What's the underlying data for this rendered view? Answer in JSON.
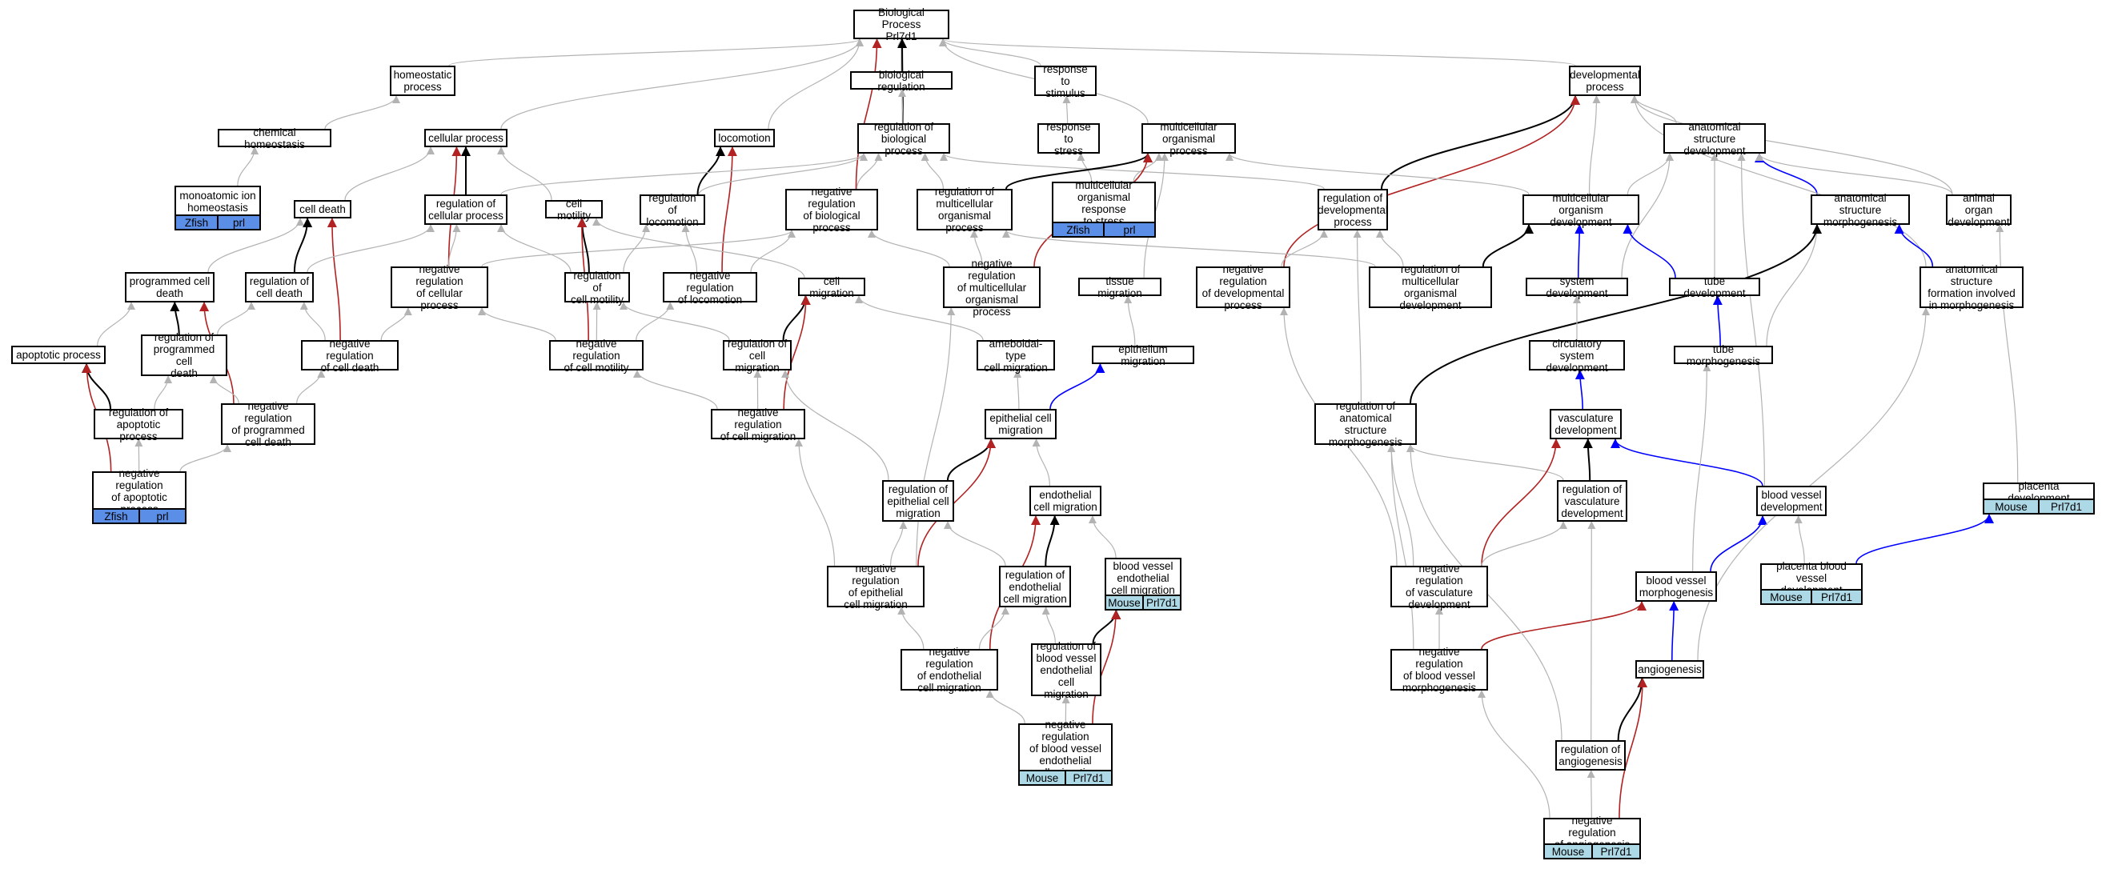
{
  "colors": {
    "is_a": "#b3b3b3",
    "part_of": "#000000",
    "negatively_regulates": "#b22222",
    "positively_regulates": "#0000ff",
    "zfish_strip": "#5b8ee6",
    "mouse_strip": "#add8e6"
  },
  "nodes": {
    "bp": "Biological Process\nPrl7d1",
    "homeostatic": "homeostatic\nprocess",
    "biolreg": "biological regulation",
    "respstim": "response to\nstimulus",
    "devproc": "developmental\nprocess",
    "chemhomeo": "chemical homeostasis",
    "cellproc": "cellular process",
    "locomotion": "locomotion",
    "regbio": "regulation of\nbiological process",
    "respstress": "response to\nstress",
    "multiproc": "multicellular\norganismal process",
    "anatdev": "anatomical structure\ndevelopment",
    "monoion": "monoatomic ion\nhomeostasis",
    "celldeath": "cell death",
    "regcellproc": "regulation of\ncellular process",
    "cellmot": "cell motility",
    "regloco": "regulation of\nlocomotion",
    "negregbio": "negative regulation\nof biological\nprocess",
    "regmultiproc": "regulation of\nmulticellular\norganismal process",
    "multiresp": "multicellular\norganismal response\nto stress",
    "regdevproc": "regulation of\ndevelopmental\nprocess",
    "multidev": "multicellular\norganism development",
    "anatmorph": "anatomical structure\nmorphogenesis",
    "animorgan": "animal organ\ndevelopment",
    "progdeath": "programmed cell\ndeath",
    "regcelldeath": "regulation of\ncell death",
    "negregcellproc": "negative regulation\nof cellular\nprocess",
    "regcellmot": "regulation of\ncell motility",
    "negregloco": "negative regulation\nof locomotion",
    "cellmig": "cell migration",
    "negregmultiproc": "negative regulation\nof multicellular\norganismal process",
    "tissuemig": "tissue migration",
    "negregdevproc": "negative regulation\nof developmental\nprocess",
    "regmultidev": "regulation of\nmulticellular\norganismal development",
    "sysdev": "system development",
    "tubedev": "tube development",
    "anatformation": "anatomical structure\nformation involved\nin morphogenesis",
    "apoptotic": "apoptotic process",
    "regprogdeath": "regulation of\nprogrammed cell\ndeath",
    "negregcelldeath": "negative regulation\nof cell death",
    "negregcellmot": "negative regulation\nof cell motility",
    "regcellmig": "regulation of\ncell migration",
    "ameboid": "ameboidal-type\ncell migration",
    "epimig": "epithelium migration",
    "circsys": "circulatory\nsystem development",
    "tubemorph": "tube morphogenesis",
    "regapop": "regulation of\napoptotic process",
    "negregprogdeath": "negative regulation\nof programmed\ncell death",
    "negregcellmig": "negative regulation\nof cell migration",
    "epicellmig": "epithelial cell\nmigration",
    "reganatmorph": "regulation of\nanatomical structure\nmorphogenesis",
    "vascdev": "vasculature\ndevelopment",
    "negregapop": "negative regulation\nof apoptotic\nprocess",
    "regepimig": "regulation of\nepithelial cell\nmigration",
    "endomig": "endothelial\ncell migration",
    "regvascdev": "regulation of\nvasculature\ndevelopment",
    "bvdev": "blood vessel\ndevelopment",
    "placentadev": "placenta development",
    "bvendomig": "blood vessel\nendothelial\ncell migration",
    "negregepimig": "negative regulation\nof epithelial\ncell migration",
    "regendomig": "regulation of\nendothelial\ncell migration",
    "negregvascdev": "negative regulation\nof vasculature\ndevelopment",
    "bvmorph": "blood vessel\nmorphogenesis",
    "placentabv": "placenta blood\nvessel development",
    "negregendomig": "negative regulation\nof endothelial\ncell migration",
    "regbvendomig": "regulation of\nblood vessel\nendothelial\ncell migration",
    "negregbvmorph": "negative regulation\nof blood vessel\nmorphogenesis",
    "angio": "angiogenesis",
    "negregbvendomig": "negative regulation\nof blood vessel\nendothelial\ncell migration",
    "regangio": "regulation of\nangiogenesis",
    "negregangio": "negative regulation\nof angiogenesis"
  },
  "annotations": {
    "monoion": [
      "Zfish",
      "prl"
    ],
    "negregapop": [
      "Zfish",
      "prl"
    ],
    "multiresp": [
      "Zfish",
      "prl"
    ],
    "placentadev": [
      "Mouse",
      "Prl7d1"
    ],
    "bvendomig": [
      "Mouse",
      "Prl7d1"
    ],
    "placentabv": [
      "Mouse",
      "Prl7d1"
    ],
    "negregbvendomig": [
      "Mouse",
      "Prl7d1"
    ],
    "negregangio": [
      "Mouse",
      "Prl7d1"
    ]
  },
  "edges": [
    [
      "homeostatic",
      "bp",
      "gray"
    ],
    [
      "biolreg",
      "bp",
      "gray"
    ],
    [
      "respstim",
      "bp",
      "gray"
    ],
    [
      "devproc",
      "bp",
      "gray"
    ],
    [
      "cellproc",
      "bp",
      "gray"
    ],
    [
      "locomotion",
      "bp",
      "gray"
    ],
    [
      "regbio",
      "bp",
      "black"
    ],
    [
      "multiproc",
      "bp",
      "gray"
    ],
    [
      "negregbio",
      "bp",
      "red"
    ],
    [
      "regbio",
      "biolreg",
      "gray"
    ],
    [
      "chemhomeo",
      "homeostatic",
      "gray"
    ],
    [
      "monoion",
      "chemhomeo",
      "gray"
    ],
    [
      "respstress",
      "respstim",
      "gray"
    ],
    [
      "multiresp",
      "respstress",
      "gray"
    ],
    [
      "multiresp",
      "multiproc",
      "gray"
    ],
    [
      "anatdev",
      "devproc",
      "gray"
    ],
    [
      "regdevproc",
      "devproc",
      "black"
    ],
    [
      "negregdevproc",
      "devproc",
      "red"
    ],
    [
      "animorgan",
      "devproc",
      "gray"
    ],
    [
      "multidev",
      "anatdev",
      "gray"
    ],
    [
      "anatmorph",
      "anatdev",
      "blue"
    ],
    [
      "animorgan",
      "anatdev",
      "gray"
    ],
    [
      "tubedev",
      "anatdev",
      "gray"
    ],
    [
      "sysdev",
      "anatdev",
      "gray"
    ],
    [
      "bvdev",
      "anatdev",
      "gray"
    ],
    [
      "anatformation",
      "devproc",
      "gray"
    ],
    [
      "celldeath",
      "cellproc",
      "gray"
    ],
    [
      "regcellproc",
      "cellproc",
      "black"
    ],
    [
      "cellmot",
      "cellproc",
      "gray"
    ],
    [
      "negregcellproc",
      "cellproc",
      "red"
    ],
    [
      "regloco",
      "locomotion",
      "black"
    ],
    [
      "negregloco",
      "locomotion",
      "red"
    ],
    [
      "regcellproc",
      "regbio",
      "gray"
    ],
    [
      "regloco",
      "regbio",
      "gray"
    ],
    [
      "negregbio",
      "regbio",
      "gray"
    ],
    [
      "regmultiproc",
      "regbio",
      "gray"
    ],
    [
      "regdevproc",
      "regbio",
      "gray"
    ],
    [
      "regmultiproc",
      "multiproc",
      "black"
    ],
    [
      "negregmultiproc",
      "multiproc",
      "red"
    ],
    [
      "tissuemig",
      "multiproc",
      "gray"
    ],
    [
      "multidev",
      "multiproc",
      "gray"
    ],
    [
      "multidev",
      "devproc",
      "gray"
    ],
    [
      "progdeath",
      "celldeath",
      "gray"
    ],
    [
      "regcelldeath",
      "celldeath",
      "black"
    ],
    [
      "negregcelldeath",
      "celldeath",
      "red"
    ],
    [
      "regcelldeath",
      "regcellproc",
      "gray"
    ],
    [
      "negregcellproc",
      "regcellproc",
      "gray"
    ],
    [
      "regcellmot",
      "regcellproc",
      "gray"
    ],
    [
      "negregcellproc",
      "negregbio",
      "gray"
    ],
    [
      "regcellmot",
      "cellmot",
      "black"
    ],
    [
      "negregcellmot",
      "cellmot",
      "red"
    ],
    [
      "cellmig",
      "cellmot",
      "gray"
    ],
    [
      "regcellmot",
      "regloco",
      "gray"
    ],
    [
      "negregloco",
      "regloco",
      "gray"
    ],
    [
      "negregloco",
      "negregbio",
      "gray"
    ],
    [
      "negregmultiproc",
      "regmultiproc",
      "gray"
    ],
    [
      "negregmultiproc",
      "negregbio",
      "gray"
    ],
    [
      "regmultidev",
      "regmultiproc",
      "gray"
    ],
    [
      "negregdevproc",
      "regdevproc",
      "gray"
    ],
    [
      "regmultidev",
      "regdevproc",
      "gray"
    ],
    [
      "regmultidev",
      "multidev",
      "black"
    ],
    [
      "sysdev",
      "multidev",
      "blue"
    ],
    [
      "tubedev",
      "multidev",
      "blue"
    ],
    [
      "anatformation",
      "anatmorph",
      "blue"
    ],
    [
      "tubemorph",
      "anatmorph",
      "gray"
    ],
    [
      "reganatmorph",
      "anatmorph",
      "black"
    ],
    [
      "regprogdeath",
      "progdeath",
      "black"
    ],
    [
      "negregprogdeath",
      "progdeath",
      "red"
    ],
    [
      "apoptotic",
      "progdeath",
      "gray"
    ],
    [
      "regprogdeath",
      "regcelldeath",
      "gray"
    ],
    [
      "negregcelldeath",
      "regcelldeath",
      "gray"
    ],
    [
      "negregcelldeath",
      "negregcellproc",
      "gray"
    ],
    [
      "negregcellmot",
      "regcellmot",
      "gray"
    ],
    [
      "negregcellmot",
      "negregloco",
      "gray"
    ],
    [
      "negregcellmot",
      "negregcellproc",
      "gray"
    ],
    [
      "regcellmig",
      "cellmig",
      "black"
    ],
    [
      "negregcellmig",
      "cellmig",
      "red"
    ],
    [
      "ameboid",
      "cellmig",
      "gray"
    ],
    [
      "regcellmig",
      "regcellmot",
      "gray"
    ],
    [
      "epimig",
      "tissuemig",
      "gray"
    ],
    [
      "circsys",
      "sysdev",
      "gray"
    ],
    [
      "tubemorph",
      "tubedev",
      "blue"
    ],
    [
      "vascdev",
      "circsys",
      "blue"
    ],
    [
      "regapop",
      "apoptotic",
      "black"
    ],
    [
      "negregapop",
      "apoptotic",
      "red"
    ],
    [
      "regapop",
      "regprogdeath",
      "gray"
    ],
    [
      "negregprogdeath",
      "regprogdeath",
      "gray"
    ],
    [
      "negregprogdeath",
      "negregcelldeath",
      "gray"
    ],
    [
      "negregapop",
      "regapop",
      "gray"
    ],
    [
      "negregapop",
      "negregprogdeath",
      "gray"
    ],
    [
      "negregcellmig",
      "regcellmig",
      "gray"
    ],
    [
      "negregcellmig",
      "negregcellmot",
      "gray"
    ],
    [
      "epicellmig",
      "ameboid",
      "gray"
    ],
    [
      "epicellmig",
      "epimig",
      "blue"
    ],
    [
      "reganatmorph",
      "regdevproc",
      "gray"
    ],
    [
      "regepimig",
      "epicellmig",
      "black"
    ],
    [
      "regepimig",
      "regcellmig",
      "gray"
    ],
    [
      "endomig",
      "epicellmig",
      "gray"
    ],
    [
      "negregepimig",
      "epicellmig",
      "red"
    ],
    [
      "negregepimig",
      "regepimig",
      "gray"
    ],
    [
      "negregepimig",
      "negregcellmig",
      "gray"
    ],
    [
      "negregepimig",
      "negregmultiproc",
      "gray"
    ],
    [
      "regendomig",
      "endomig",
      "black"
    ],
    [
      "regendomig",
      "regepimig",
      "gray"
    ],
    [
      "bvendomig",
      "endomig",
      "gray"
    ],
    [
      "negregendomig",
      "endomig",
      "red"
    ],
    [
      "negregendomig",
      "regendomig",
      "gray"
    ],
    [
      "negregendomig",
      "negregepimig",
      "gray"
    ],
    [
      "regbvendomig",
      "bvendomig",
      "black"
    ],
    [
      "regbvendomig",
      "regendomig",
      "gray"
    ],
    [
      "negregbvendomig",
      "regbvendomig",
      "gray"
    ],
    [
      "negregbvendomig",
      "bvendomig",
      "red"
    ],
    [
      "negregbvendomig",
      "negregendomig",
      "gray"
    ],
    [
      "regvascdev",
      "vascdev",
      "black"
    ],
    [
      "regvascdev",
      "reganatmorph",
      "gray"
    ],
    [
      "negregvascdev",
      "vascdev",
      "red"
    ],
    [
      "negregvascdev",
      "regvascdev",
      "gray"
    ],
    [
      "negregvascdev",
      "negregdevproc",
      "gray"
    ],
    [
      "negregvascdev",
      "reganatmorph",
      "gray"
    ],
    [
      "bvdev",
      "vascdev",
      "blue"
    ],
    [
      "bvmorph",
      "bvdev",
      "blue"
    ],
    [
      "bvmorph",
      "tubemorph",
      "gray"
    ],
    [
      "placentabv",
      "bvdev",
      "gray"
    ],
    [
      "placentabv",
      "placentadev",
      "blue"
    ],
    [
      "placentadev",
      "animorgan",
      "gray"
    ],
    [
      "angio",
      "bvmorph",
      "blue"
    ],
    [
      "angio",
      "anatformation",
      "gray"
    ],
    [
      "negregbvmorph",
      "bvmorph",
      "red"
    ],
    [
      "negregbvmorph",
      "negregvascdev",
      "gray"
    ],
    [
      "negregbvmorph",
      "reganatmorph",
      "gray"
    ],
    [
      "regangio",
      "angio",
      "black"
    ],
    [
      "regangio",
      "regvascdev",
      "gray"
    ],
    [
      "regangio",
      "reganatmorph",
      "gray"
    ],
    [
      "negregangio",
      "angio",
      "red"
    ],
    [
      "negregangio",
      "regangio",
      "gray"
    ],
    [
      "negregangio",
      "negregbvmorph",
      "gray"
    ]
  ]
}
